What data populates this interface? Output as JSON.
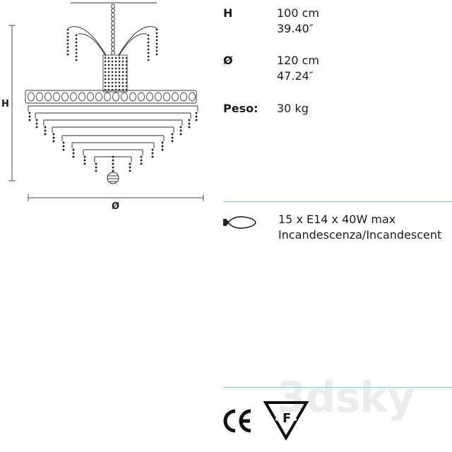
{
  "specs": [
    {
      "key": "H",
      "values": [
        "100 cm",
        "39.40″"
      ]
    },
    {
      "key": "Ø",
      "values": [
        "120 cm",
        "47.24″"
      ]
    },
    {
      "key": "Peso:",
      "values": [
        "30 kg"
      ]
    }
  ],
  "lamp": {
    "icon": "e14-candle-bulb-icon",
    "line1": "15 x E14 x 40W max",
    "line2": "Incandescenza/Incandescent"
  },
  "dimensions": {
    "height_label": "H",
    "diameter_label": "Ø"
  },
  "certifications": {
    "ce": "CE",
    "f_mark": "F"
  },
  "watermark": "3dsky",
  "colors": {
    "rule": "#7fc4e0",
    "text": "#1a1a1a"
  }
}
